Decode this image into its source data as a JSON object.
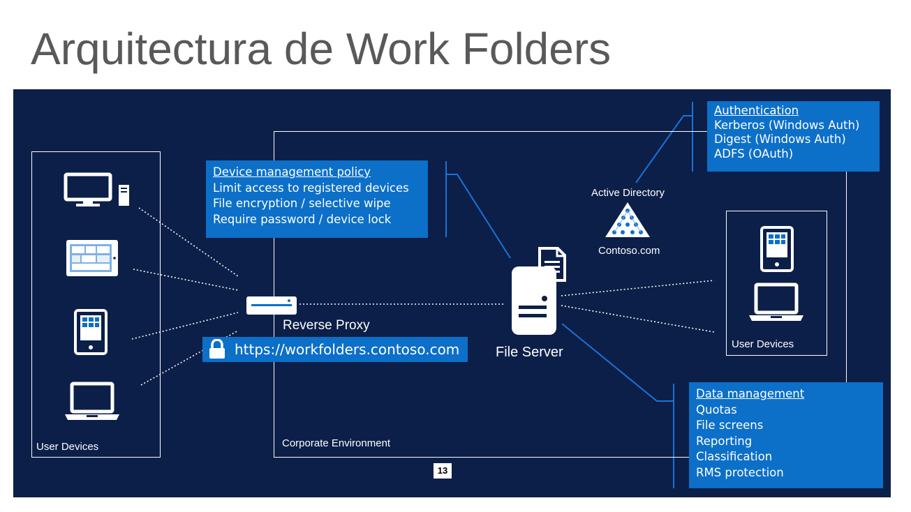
{
  "slide": {
    "title": "Arquitectura de Work Folders",
    "page_number": "13"
  },
  "diagram": {
    "left_group": {
      "label": "User Devices"
    },
    "right_group": {
      "label": "User Devices"
    },
    "corporate": {
      "label": "Corporate Environment"
    },
    "reverse_proxy": {
      "label": "Reverse Proxy"
    },
    "url": "https://workfolders.contoso.com",
    "file_server": {
      "label": "File Server"
    },
    "active_directory": {
      "label": "Active Directory",
      "domain": "Contoso.com"
    },
    "device_policy": {
      "heading": "Device management policy",
      "items": [
        "Limit access to registered devices",
        "File encryption / selective wipe",
        "Require password / device lock"
      ]
    },
    "authentication": {
      "heading": "Authentication",
      "items": [
        "Kerberos (Windows Auth)",
        "Digest (Windows Auth)",
        "ADFS (OAuth)"
      ]
    },
    "data_management": {
      "heading": "Data management",
      "items": [
        "Quotas",
        "File screens",
        "Reporting",
        "Classification",
        "RMS protection"
      ]
    }
  },
  "colors": {
    "background": "#0c1f48",
    "callout": "#0c6fc8",
    "title": "#595959",
    "connector": "#1a73d9"
  },
  "icons": [
    "desktop-icon",
    "tablet-app-icon",
    "tablet-icon",
    "laptop-icon",
    "proxy-device-icon",
    "lock-icon",
    "file-server-icon",
    "document-icon",
    "active-directory-icon"
  ]
}
